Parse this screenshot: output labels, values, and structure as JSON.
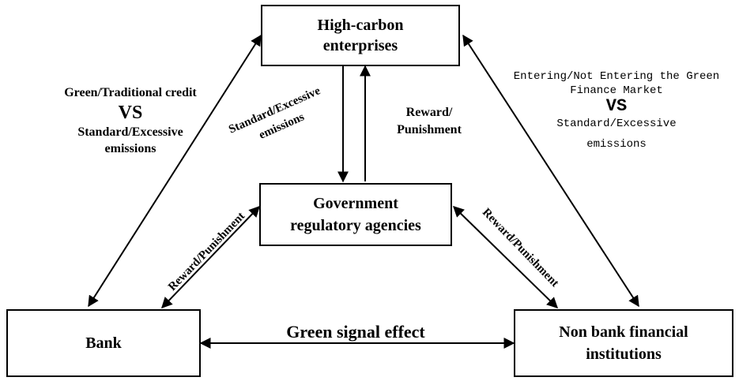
{
  "nodes": {
    "high_carbon": {
      "line1": "High-carbon",
      "line2": "enterprises"
    },
    "government": {
      "line1": "Government",
      "line2": "regulatory agencies"
    },
    "bank": {
      "label": "Bank"
    },
    "non_bank": {
      "line1": "Non bank financial",
      "line2": "institutions"
    }
  },
  "labels": {
    "bank_enterprise": {
      "line1": "Green/Traditional credit",
      "vs": "VS",
      "line2": "Standard/Excessive",
      "line3": "emissions"
    },
    "nonbank_enterprise": {
      "line1": "Entering/Not Entering the Green",
      "line2": "Finance Market",
      "vs": "VS",
      "line3": "Standard/Excessive",
      "line4": "emissions"
    },
    "enterprise_to_gov": {
      "line1": "Standard/Excessive",
      "line2": "emissions"
    },
    "gov_to_enterprise": {
      "line1": "Reward/",
      "line2": "Punishment"
    },
    "gov_bank": "Reward/Punishment",
    "gov_nonbank": "Reward/Punishment",
    "bank_nonbank": "Green signal effect"
  }
}
